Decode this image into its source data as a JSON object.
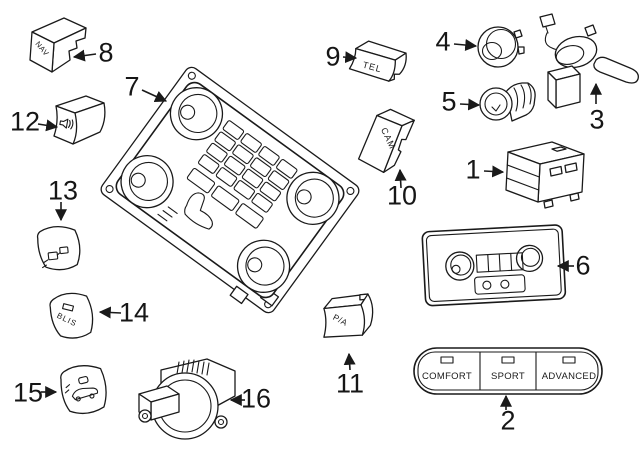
{
  "diagram": {
    "background_color": "#ffffff",
    "line_color": "#1a1a1a"
  },
  "callouts": [
    {
      "number": "1"
    },
    {
      "number": "2"
    },
    {
      "number": "3"
    },
    {
      "number": "4"
    },
    {
      "number": "5"
    },
    {
      "number": "6"
    },
    {
      "number": "7"
    },
    {
      "number": "8"
    },
    {
      "number": "9"
    },
    {
      "number": "10"
    },
    {
      "number": "11"
    },
    {
      "number": "12"
    },
    {
      "number": "13"
    },
    {
      "number": "14"
    },
    {
      "number": "15"
    },
    {
      "number": "16"
    }
  ],
  "labels": {
    "nav": "NAV",
    "tel": "TEL",
    "cam": "CAM",
    "blis": "BLIS",
    "park_assist": "P/A",
    "comfort": "COMFORT",
    "sport": "SPORT",
    "advanced": "ADVANCED"
  },
  "icons": {
    "switch_12": "speaker-icon",
    "switch_13": "trailer-hitch-icon",
    "switch_15": "car-functions-icon"
  }
}
